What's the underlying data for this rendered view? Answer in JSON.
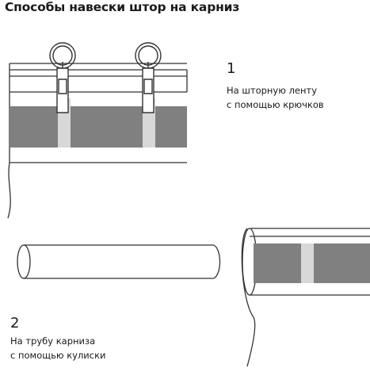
{
  "title": "Способы навески штор на карниз",
  "methods": [
    {
      "number": "1",
      "line1": "На шторную ленту",
      "line2": "с помощью крючков"
    },
    {
      "number": "2",
      "line1": "На трубу карниза",
      "line2": "с помощью кулиски"
    }
  ],
  "colors": {
    "curtain_band": "#808080",
    "tape_strip": "#d8d8d8",
    "line": "#333333"
  }
}
